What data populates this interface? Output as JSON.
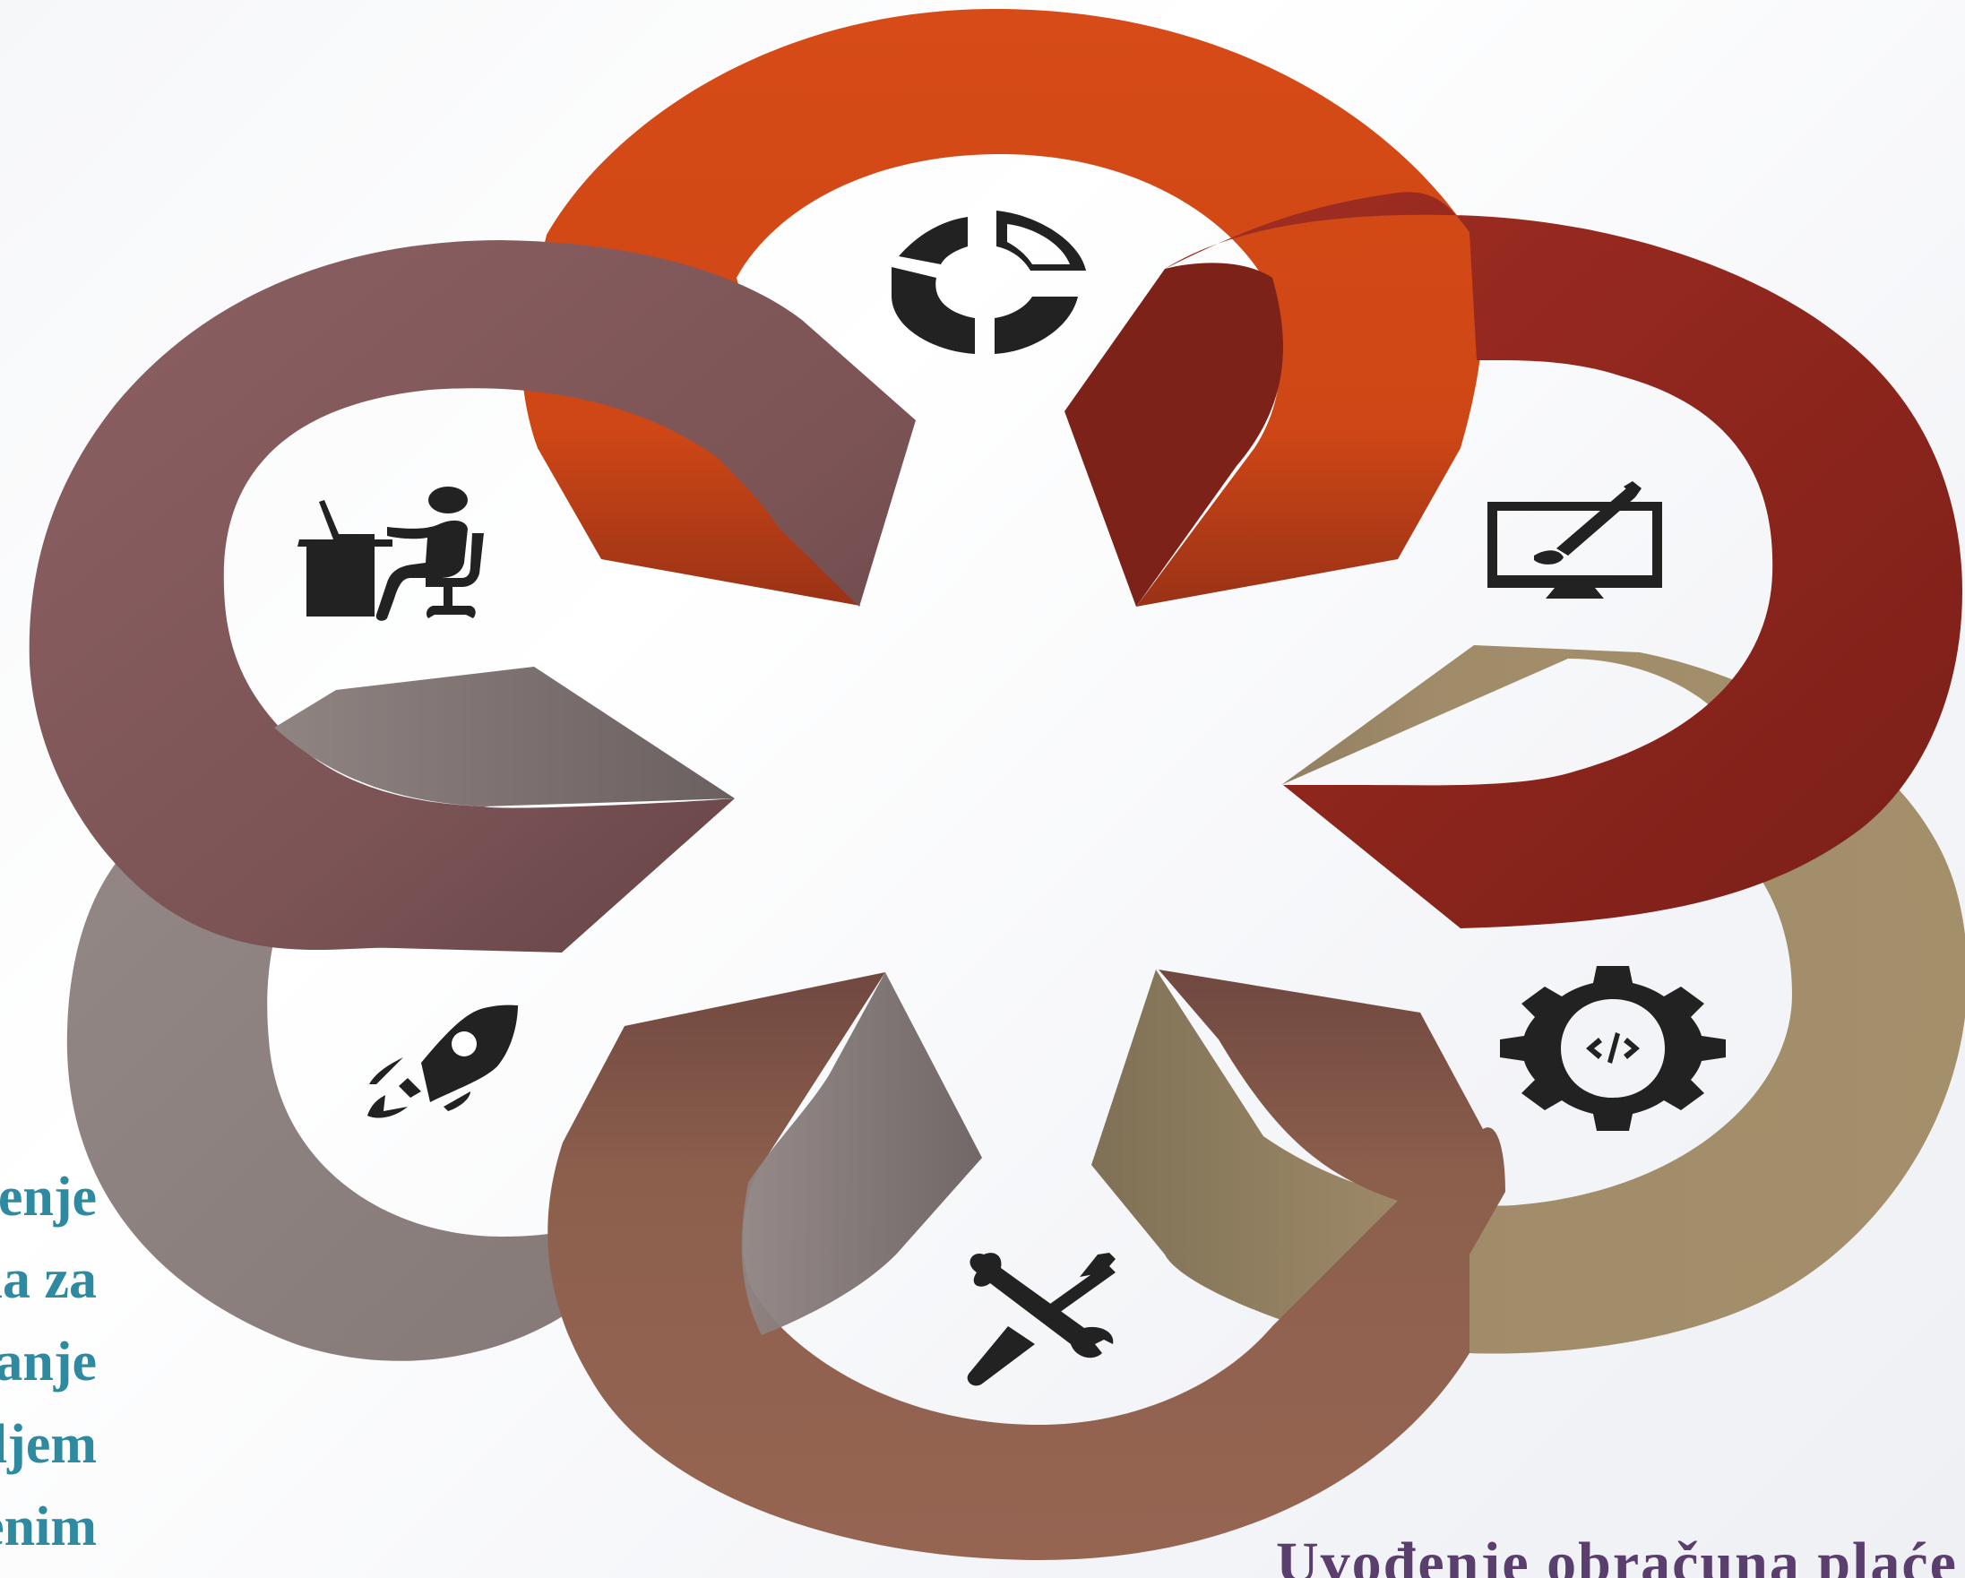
{
  "diagram": {
    "segments": [
      {
        "name": "chart",
        "icon": "pie-chart-icon",
        "color": "#d24a19"
      },
      {
        "name": "design",
        "icon": "monitor-pen-icon",
        "color": "#9a2e22"
      },
      {
        "name": "development",
        "icon": "gear-code-icon",
        "color": "#a58e6a"
      },
      {
        "name": "tools",
        "icon": "wrench-screwdriver-icon",
        "color": "#93624f"
      },
      {
        "name": "launch",
        "icon": "rocket-icon",
        "color": "#8e8280"
      },
      {
        "name": "office",
        "icon": "office-worker-icon",
        "color": "#845a5c"
      }
    ]
  },
  "side_text": {
    "lines": [
      "Uvođenje",
      "obračuna za",
      "planiranje",
      "upravljanje sa ciljem",
      "upravljenim"
    ]
  },
  "bottom_text": {
    "label": "Uvođenje obračuna plaće"
  }
}
